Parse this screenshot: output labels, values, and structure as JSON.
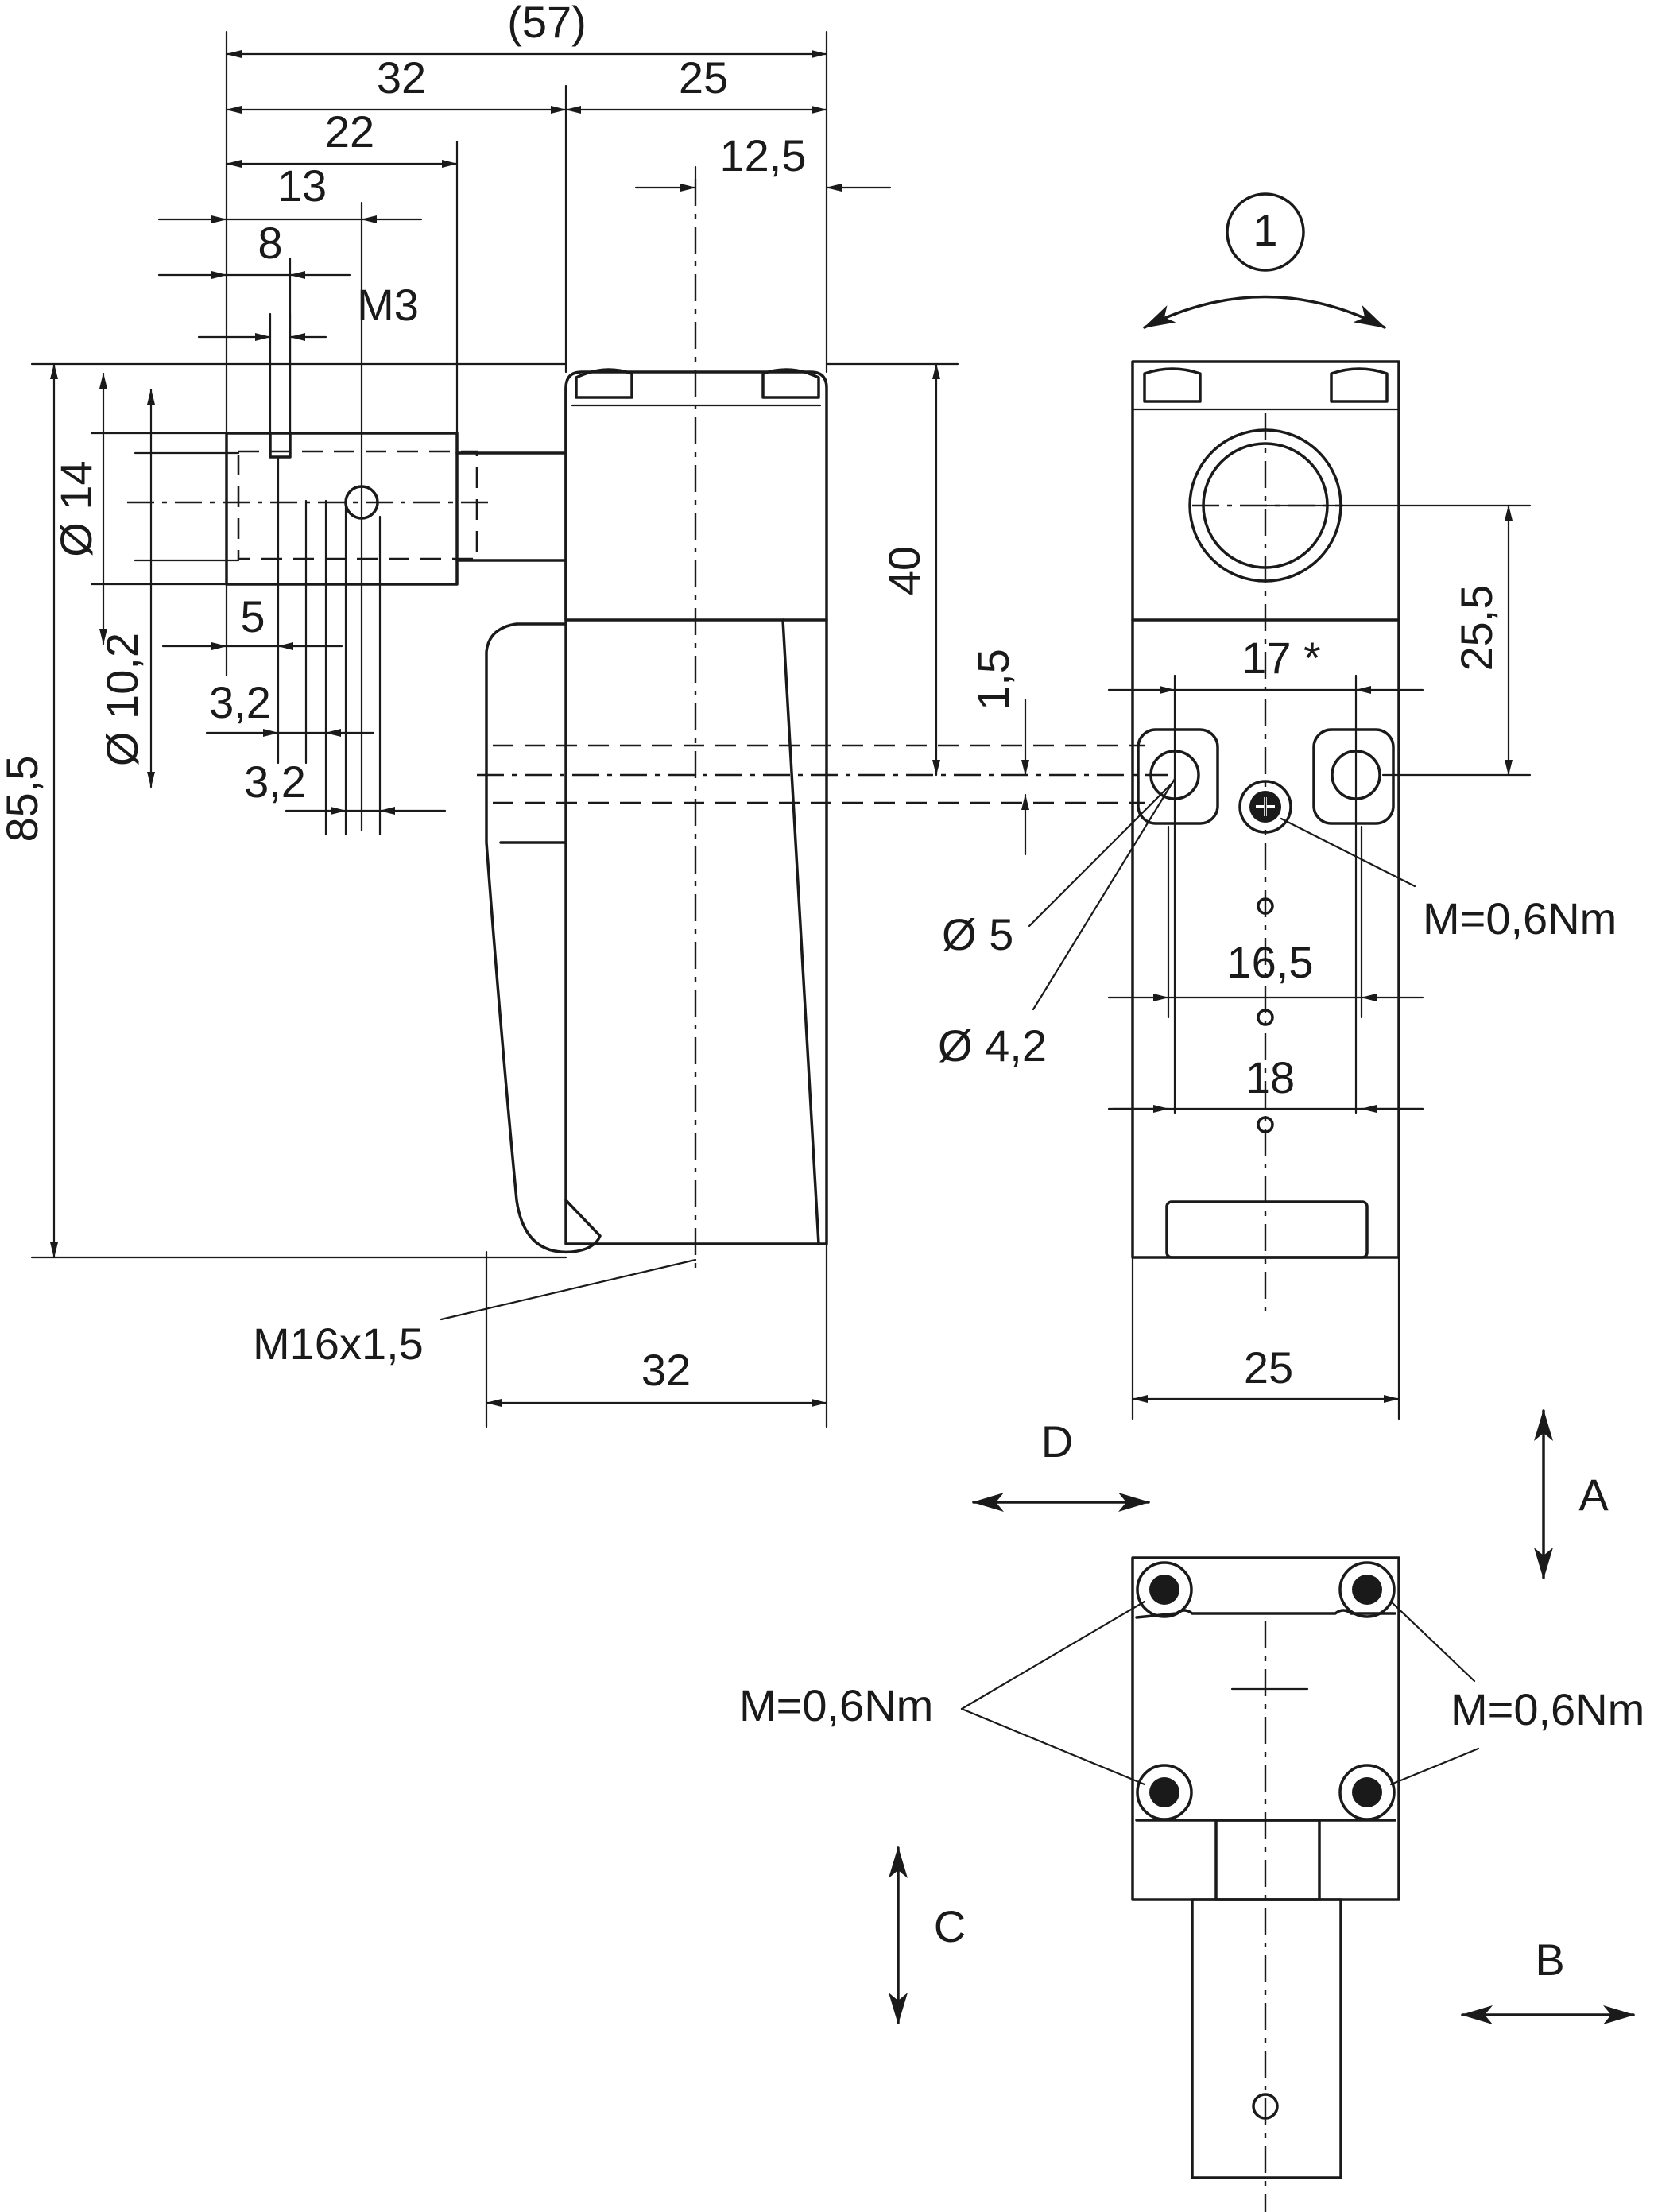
{
  "side_view": {
    "dims": {
      "overall": "(57)",
      "w32_top": "32",
      "w25_top": "25",
      "w22": "22",
      "w12_5": "12,5",
      "w13": "13",
      "w8": "8",
      "m3": "M3",
      "d14": "Ø 14",
      "d10_2": "Ø 10,2",
      "w5": "5",
      "w3_2a": "3,2",
      "w3_2b": "3,2",
      "h85_5": "85,5",
      "h40": "40",
      "h1_5": "1,5",
      "thread": "M16x1,5",
      "w32_bottom": "32"
    }
  },
  "front_view": {
    "rotation_marker": "1",
    "dims": {
      "w17": "17 *",
      "h25_5": "25,5",
      "d5": "Ø 5",
      "d4_2": "Ø 4,2",
      "torque": "M=0,6Nm",
      "w16_5": "16,5",
      "w18": "18",
      "w25": "25"
    }
  },
  "top_view": {
    "torque_left": "M=0,6Nm",
    "torque_right": "M=0,6Nm",
    "dir_a": "A",
    "dir_b": "B",
    "dir_c": "C",
    "dir_d": "D"
  }
}
